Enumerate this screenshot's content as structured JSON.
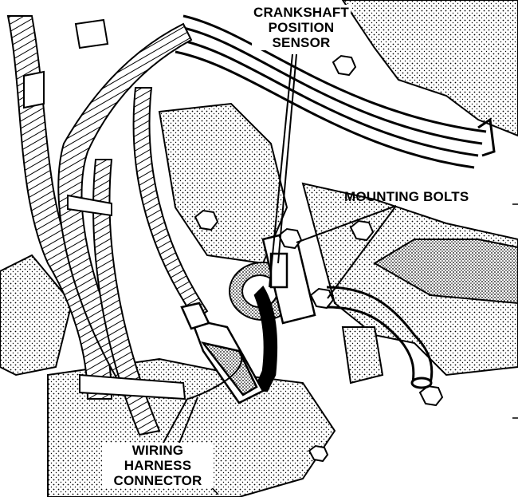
{
  "callouts": {
    "crankshaft_sensor": [
      "CRANKSHAFT",
      "POSITION",
      "SENSOR"
    ],
    "mounting_bolts": "MOUNTING BOLTS",
    "wiring_connector": [
      "WIRING",
      "HARNESS",
      "CONNECTOR"
    ]
  }
}
